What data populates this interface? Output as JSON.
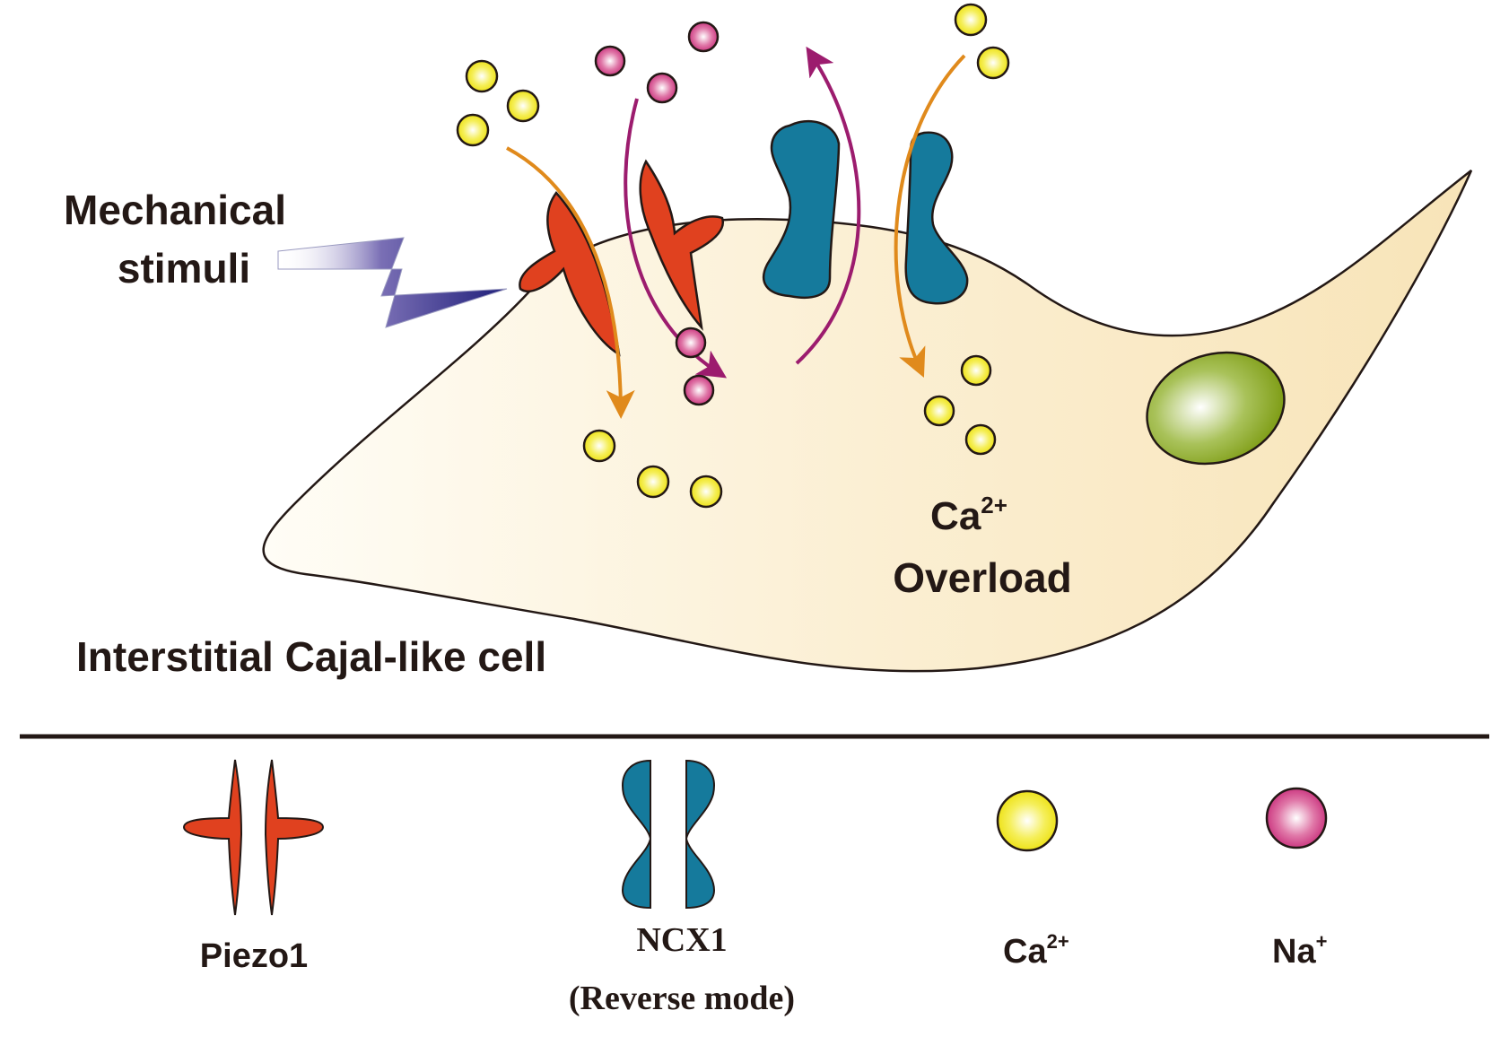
{
  "diagram": {
    "stimulus_label_line1": "Mechanical",
    "stimulus_label_line2": "stimuli",
    "overload_label_base": "Ca",
    "overload_label_sup": "2+",
    "overload_label_line2": "Overload",
    "cell_label": "Interstitial Cajal-like cell"
  },
  "legend": {
    "items": [
      {
        "label": "Piezo1",
        "icon": "piezo1-channel-icon"
      },
      {
        "label": "NCX1",
        "sublabel": "(Reverse mode)",
        "icon": "ncx1-exchanger-icon"
      },
      {
        "label": "Ca",
        "sup": "2+",
        "icon": "calcium-ion-icon"
      },
      {
        "label": "Na",
        "sup": "+",
        "icon": "sodium-ion-icon"
      }
    ]
  },
  "colors": {
    "piezo1": "#e0411f",
    "ncx1": "#157a9c",
    "calcium": "#f2ea1c",
    "sodium": "#d8428a",
    "calcium_arrow": "#e08a1c",
    "sodium_arrow": "#9c1c6e",
    "cell_fill": "#fbeccb",
    "nucleus": "#8aab1e",
    "stimulus": "#2a2a8a"
  }
}
